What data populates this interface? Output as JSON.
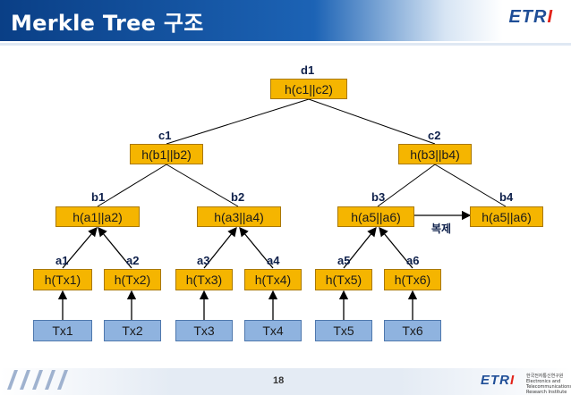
{
  "header": {
    "title": "Merkle Tree 구조",
    "logo": "ETRI"
  },
  "tree": {
    "root": {
      "label": "d1",
      "text": "h(c1||c2)"
    },
    "level2": [
      {
        "label": "c1",
        "text": "h(b1||b2)"
      },
      {
        "label": "c2",
        "text": "h(b3||b4)"
      }
    ],
    "level3": [
      {
        "label": "b1",
        "text": "h(a1||a2)"
      },
      {
        "label": "b2",
        "text": "h(a3||a4)"
      },
      {
        "label": "b3",
        "text": "h(a5||a6)"
      },
      {
        "label": "b4",
        "text": "h(a5||a6)"
      }
    ],
    "level4": [
      {
        "label": "a1",
        "text": "h(Tx1)"
      },
      {
        "label": "a2",
        "text": "h(Tx2)"
      },
      {
        "label": "a3",
        "text": "h(Tx3)"
      },
      {
        "label": "a4",
        "text": "h(Tx4)"
      },
      {
        "label": "a5",
        "text": "h(Tx5)"
      },
      {
        "label": "a6",
        "text": "h(Tx6)"
      }
    ],
    "leaves": [
      "Tx1",
      "Tx2",
      "Tx3",
      "Tx4",
      "Tx5",
      "Tx6"
    ],
    "duplicate_label": "복제"
  },
  "footer": {
    "page_number": "18",
    "logo": "ETRI",
    "org_lines": [
      "한국전자통신연구원",
      "Electronics and Telecommunications",
      "Research Institute"
    ]
  },
  "colors": {
    "node_fill": "#f5b500",
    "leaf_fill": "#8fb3df",
    "header": "#1c63b5",
    "logo_red": "#e2231a"
  }
}
